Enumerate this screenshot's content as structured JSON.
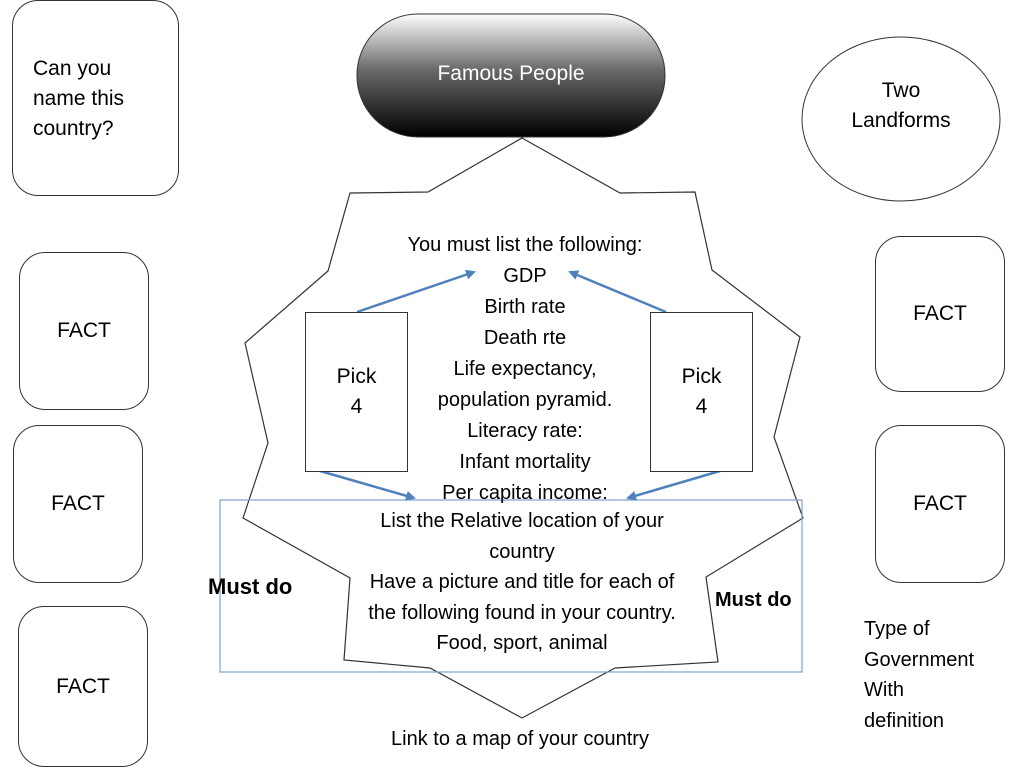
{
  "colors": {
    "arrow": "#4f81bd",
    "must_do_box": "#7f9fcf",
    "outline": "#333333",
    "pill_gradient_top": "#ffffff",
    "pill_gradient_bottom": "#000000"
  },
  "top_left_question": [
    "Can you",
    "name this",
    "country?"
  ],
  "famous_people": "Famous People",
  "two_landforms": [
    "Two",
    "Landforms"
  ],
  "fact_label": "FACT",
  "pick_label": [
    "Pick",
    "4"
  ],
  "list_items": [
    "You must list the following:",
    "GDP",
    "Birth rate",
    "Death rte",
    "Life expectancy,",
    "population pyramid.",
    "Literacy rate:",
    "Infant mortality",
    "Per capita income:"
  ],
  "must_do_items": [
    "List the Relative location of your",
    "country",
    "Have a picture and title for each of",
    "the following found in your country.",
    "Food, sport, animal"
  ],
  "must_do_left": "Must do",
  "must_do_right": "Must do",
  "government": [
    "Type of",
    "Government",
    "With",
    "definition"
  ],
  "map_link": "Link to a map of your country"
}
